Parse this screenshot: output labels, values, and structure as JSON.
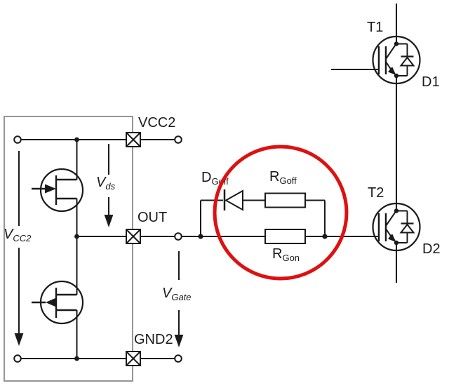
{
  "labels": {
    "vcc2_port": "VCC2",
    "out_port": "OUT",
    "gnd2_port": "GND2",
    "t1": "T1",
    "d1": "D1",
    "t2": "T2",
    "d2": "D2",
    "v_cc2": {
      "main": "V",
      "sub": "CC2"
    },
    "v_ds": {
      "main": "V",
      "sub": "ds"
    },
    "v_gate": {
      "main": "V",
      "sub": "Gate"
    },
    "d_goff": {
      "main": "D",
      "sub": "Goff"
    },
    "r_goff": {
      "main": "R",
      "sub": "Goff"
    },
    "r_gon": {
      "main": "R",
      "sub": "Gon"
    }
  },
  "colors": {
    "wire": "#1a1a1a",
    "ic_outline": "#8a8a8a",
    "highlight": "#dd1111",
    "background": "#ffffff"
  }
}
